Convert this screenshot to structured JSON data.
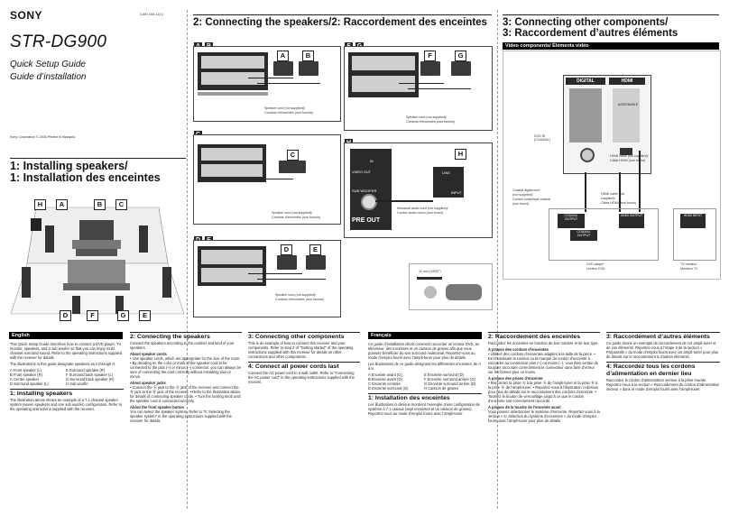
{
  "cover": {
    "brand": "SONY",
    "doc_code": "2-887-549-11(1)",
    "model": "STR-DG900",
    "subtitle_en": "Quick Setup Guide",
    "subtitle_fr": "Guide d’installation",
    "copyright": "Sony Corporation © 2006   Printed in Malaysia"
  },
  "section1": {
    "title_line1": "1: Installing speakers/",
    "title_line2": "1: Installation des enceintes",
    "labels": [
      "H",
      "A",
      "B",
      "C",
      "D",
      "F",
      "G",
      "E"
    ]
  },
  "section2": {
    "title": "2: Connecting the speakers/2: Raccordement des enceintes",
    "panel_ab": {
      "tag1": "A",
      "tag2": "B",
      "caption1": "Speaker cord (not supplied)/",
      "caption2": "Cordons d’enceintes (non fournis)"
    },
    "panel_fg": {
      "tag1": "F",
      "tag2": "G",
      "caption1": "Speaker cord (not supplied)/",
      "caption2": "Cordons d’enceintes (non fournis)"
    },
    "panel_c": {
      "tag": "C",
      "caption1": "Speaker cord (not supplied)/",
      "caption2": "Cordons d’enceintes (non fournis)"
    },
    "panel_h": {
      "tag": "H",
      "caption1": "Monaural audio cord (not supplied)/",
      "caption2": "Cordon audio mono (non fourni)",
      "jack_labels": [
        "VIDEO OUT",
        "IN",
        "SUB WOOFER",
        "PRE OUT",
        "LINE",
        "INPUT"
      ]
    },
    "panel_de": {
      "tag1": "D",
      "tag2": "E",
      "caption1": "Speaker cord (not supplied)/",
      "caption2": "Cordons d’enceintes (non fournis)"
    },
    "strip_measure": "10 mm (13/32\")"
  },
  "section3": {
    "title_line1": "3: Connecting other components/",
    "title_line2": "3: Raccordement d’autres éléments",
    "bar": "Video components/ Éléments vidéo",
    "panel_digital": "DIGITAL",
    "panel_hdmi": "HDMI",
    "coax_label": "DVD IN (COAXIAL)",
    "assignable": "ASSIGNABLE",
    "hdmi_cable1": "HDMI cable (not supplied)/",
    "hdmi_cable2": "Câble HDMI (non fourni)",
    "coax_cable1": "Coaxial digital cord",
    "coax_cable2": "(not supplied)/",
    "coax_cable3": "Cordon numérique coaxial",
    "coax_cable4": "(non fourni)",
    "hdmi_cable_b1": "HDMI cable (not",
    "hdmi_cable_b2": "supplied)/",
    "hdmi_cable_b3": "Câble HDMI (non fourni)",
    "jack_coax": "COAXIAL OUTPUT",
    "jack_hdmi_out": "HDMI OUTPUT",
    "jack_hdmi_in": "HDMI INPUT",
    "dvd_label1": "DVD player/",
    "dvd_label2": "Lecteur DVD",
    "tv_label1": "TV monitor/",
    "tv_label2": "Moniteur TV"
  },
  "english": {
    "bar": "English",
    "intro1": "This Quick Setup Guide describes how to connect a DVD player, TV monitor, speakers, and a sub woofer so that you can enjoy multi channel surround sound. Refer to the operating instructions supplied with the receiver for details.",
    "intro2": "The illustrations in this guide designate speakers as A through H.",
    "legend": [
      "A Front speaker (L)",
      "B Front speaker (R)",
      "C Center speaker",
      "D Surround speaker (L)",
      "E Surround speaker (R)",
      "F Surround back speaker (L)",
      "G Surround back speaker (R)",
      "H Sub woofer"
    ],
    "h1": "1: Installing speakers",
    "p1": "The illustration above shows an example of a 7.1 channel speaker system (seven speakers and one sub woofer) configuration. Refer to the operating instructions supplied with the receiver.",
    "h2": "2: Connecting the speakers",
    "p2": "Connect the speakers according to the number and kind of your speakers.",
    "h2a": "About speaker cords",
    "p2a": "• Use speaker cords, which are appropriate for the size of the room. • By deciding on the color or mark of the speaker cord to be connected to the plus (+) or minus (–) connector, you can always be sure of connecting the cord correctly without mistaking plus or minus.",
    "h2b": "About speaker jacks",
    "p2b": "• Connect the Ⓐ jack to the Ⓐ jack of the receiver and connect the Ⓑ jack to the Ⓑ jack of the receiver. • Refer to the illustration above for details of connecting speaker cords. • Turn the locking knob until the speaker cord is connected securely.",
    "h2c": "About the front speaker button",
    "p2c": "You can select the speaker system. Refer to \"6: Selecting the speaker system\" in the operating instructions supplied with the receiver for details.",
    "h3": "3: Connecting other components",
    "p3": "This is an example of how to connect this receiver and your components. Refer to step 3 of \"Getting started\" of the operating instructions supplied with this receiver for details on other connections and other components.",
    "h4": "4: Connect all power cords last",
    "p4": "Connect the AC power cord to a wall outlet. Refer to \"Connecting the AC power cord\" in the operating instructions supplied with the receiver."
  },
  "francais": {
    "bar": "Français",
    "intro1": "Ce guide d’installation décrit comment raccorder un lecteur DVD, un téléviseur, des enceintes et un caisson de graves afin que vous puissiez bénéficier du son surround multicanal. Reportez-vous au mode d’emploi fourni avec l’ampli-tuner pour plus de détails.",
    "intro2": "Les illustrations de ce guide désignent les différentes enceintes, de A à H.",
    "legend": [
      "A Enceinte avant (G)",
      "B Enceinte avant (D)",
      "C Enceinte centrale",
      "D Enceinte surround (G)",
      "E Enceinte surround (D)",
      "F Enceinte surround arrière (G)",
      "G Enceinte surround arrière (D)",
      "H Caisson de graves"
    ],
    "h1": "1: Installation des enceintes",
    "p1": "Les illustrations ci-dessus montrent l’exemple d’une configuration de système à 7.1 canaux (sept enceintes et un caisson de graves). Reportez-vous au mode d’emploi fourni avec l’ampli-tuner.",
    "h2": "2: Raccordement des enceintes",
    "p2": "Raccordez les enceintes en fonction de leur nombre et de leur type.",
    "h2a": "A propos des cordons d’enceintes",
    "p2a": "• Utilisez des cordons d’enceintes adaptés à la taille de la pièce. • En choisissant la couleur ou la marque du cordon d’enceinte à raccorder au connecteur plus (+) ou moins (–), vous êtes certain de toujours raccorder correctement le connecteur sans faire d’erreur sur les bornes plus ou moins.",
    "h2b": "A propos des prises d’enceinte",
    "p2b": "• Raccordez la prise Ⓐ à la prise Ⓐ de l’ampli-tuner et la prise Ⓑ à la prise Ⓑ de l’ampli-tuner. • Reportez-vous à l’illustration ci-dessus pour plus de détails sur le raccordement des cordons d’enceinte. • Tournez le bouton de verrouillage jusqu’à ce que le cordon d’enceinte soit correctement raccordé.",
    "h2c": "A propos de la touche de l’enceinte avant",
    "p2c": "Vous pouvez sélectionner le système d’enceinte. Reportez-vous à la section « 6: Sélection du système d’enceintes » du mode d’emploi fourni avec l’ampli-tuner pour plus de détails.",
    "h3": "3: Raccordement d’autres éléments",
    "p3": "Ce guide donne un exemple de raccordement de cet ampli-tuner et de vos éléments. Reportez-vous à l’étape 3 de la section « Préparatifs » du mode d’emploi fourni avec cet ampli-tuner pour plus de détails sur le raccordement à d’autres éléments.",
    "h4": "4: Raccordez tous les cordons d’alimentation en dernier lieu",
    "p4": "Raccordez le cordon d’alimentation secteur à la prise murale. Reportez-vous à la section « Raccordement du cordon d’alimentation secteur » dans le mode d’emploi fourni avec l’ampli-tuner."
  }
}
